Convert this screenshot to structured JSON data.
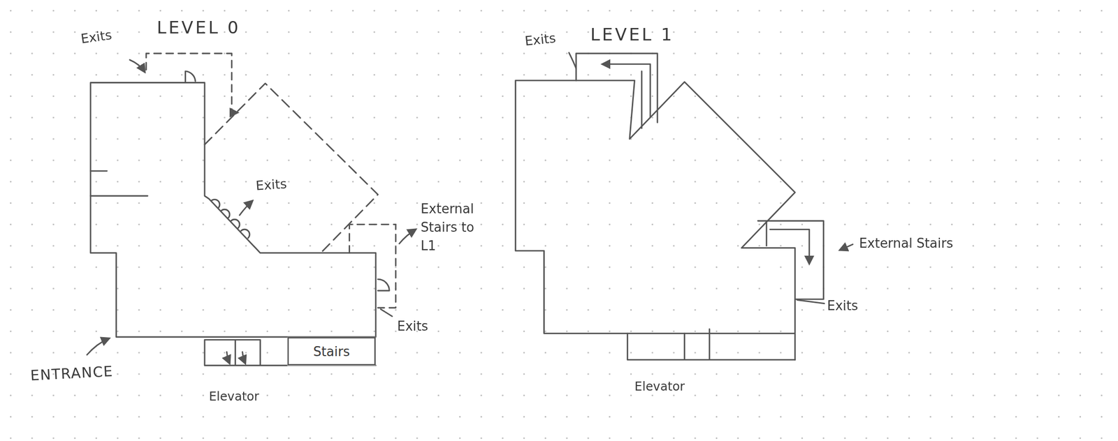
{
  "diagram": {
    "nodes": [
      {
        "text": [
          "Stairs"
        ]
      }
    ],
    "labels": [
      "LEVEL 0",
      "Exits",
      "Exits",
      "External Stairs to L1",
      "Exits",
      "ENTRANCE",
      "Elevator",
      "LEVEL 1",
      "Exits",
      "External Stairs",
      "Exits",
      "Elevator"
    ]
  }
}
